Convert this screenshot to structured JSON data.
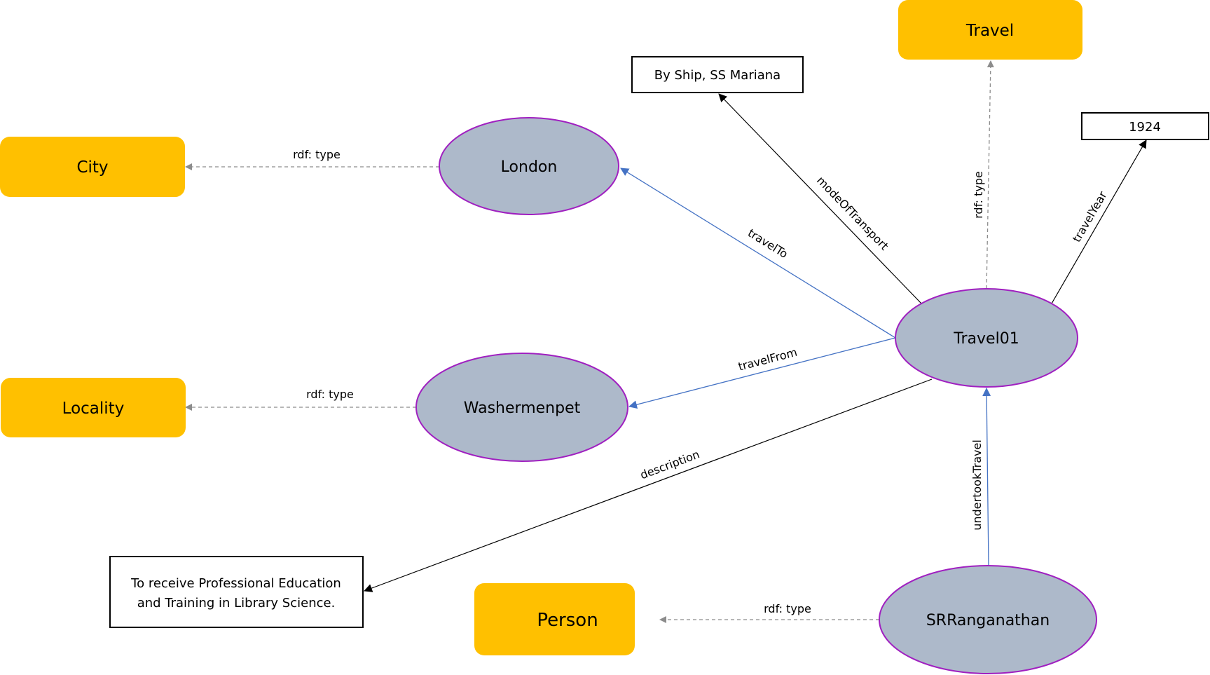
{
  "colors": {
    "class_fill": "#FFC000",
    "instance_fill": "#ADB9CA",
    "instance_stroke": "#A020C0",
    "literal_stroke": "#000000",
    "edge_blue": "#4472C4",
    "edge_black": "#000000",
    "edge_gray": "#8C8C8C"
  },
  "classes": {
    "city": "City",
    "locality": "Locality",
    "travel": "Travel",
    "person": "Person"
  },
  "instances": {
    "london": "London",
    "washermenpet": "Washermenpet",
    "travel01": "Travel01",
    "srranganathan": "SRRanganathan"
  },
  "literals": {
    "mode": "By Ship, SS Mariana",
    "year": "1924",
    "description_line1": "To receive Professional Education",
    "description_line2": "and Training in Library Science."
  },
  "edges": {
    "london_type": "rdf: type",
    "washermenpet_type": "rdf: type",
    "travel01_type": "rdf: type",
    "srranganathan_type": "rdf: type",
    "travel_to": "travelTo",
    "travel_from": "travelFrom",
    "mode_of_transport": "modeOfTransport",
    "travel_year": "travelYear",
    "description": "description",
    "undertook_travel": "undertookTravel"
  }
}
